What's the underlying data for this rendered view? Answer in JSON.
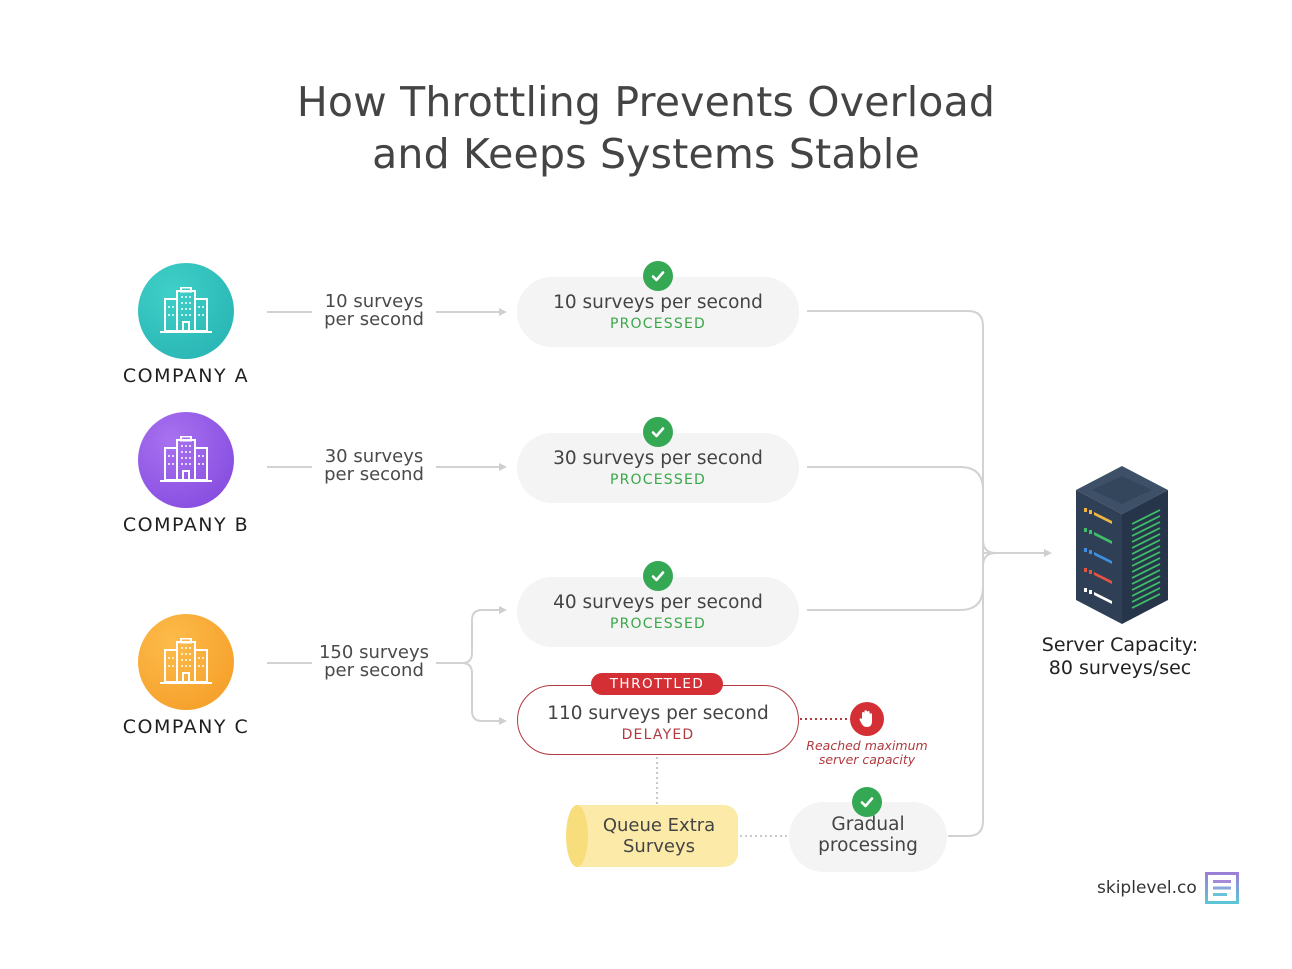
{
  "title": {
    "line1": "How Throttling Prevents Overload",
    "line2": "and Keeps Systems Stable"
  },
  "companies": [
    {
      "name": "COMPANY A",
      "color": "#2bbdb8",
      "icon": "office-buildings-icon",
      "rate_line1": "10 surveys",
      "rate_line2": "per second"
    },
    {
      "name": "COMPANY B",
      "color": "#8e55e6",
      "icon": "office-buildings-icon",
      "rate_line1": "30 surveys",
      "rate_line2": "per second"
    },
    {
      "name": "COMPANY C",
      "color": "#f7a532",
      "icon": "office-buildings-icon",
      "rate_line1": "150 surveys",
      "rate_line2": "per second"
    }
  ],
  "pills": [
    {
      "main": "10 surveys per second",
      "status": "PROCESSED",
      "icon": "check-circle-icon"
    },
    {
      "main": "30 surveys per second",
      "status": "PROCESSED",
      "icon": "check-circle-icon"
    },
    {
      "main": "40 surveys per second",
      "status": "PROCESSED",
      "icon": "check-circle-icon"
    },
    {
      "main": "110 surveys per second",
      "status": "DELAYED",
      "badge": "THROTTLED"
    }
  ],
  "stop": {
    "icon": "stop-hand-icon",
    "note_line1": "Reached maximum",
    "note_line2": "server capacity"
  },
  "queue": {
    "line1": "Queue Extra",
    "line2": "Surveys"
  },
  "gradual": {
    "line1": "Gradual",
    "line2": "processing",
    "icon": "check-circle-icon"
  },
  "server": {
    "icon": "server-rack-icon",
    "label_line1": "Server Capacity:",
    "label_line2": "80 surveys/sec"
  },
  "brand": {
    "name": "skiplevel.co",
    "icon": "skiplevel-logo-icon"
  },
  "colors": {
    "processed": "#3aa84a",
    "throttled": "#d32f35",
    "delayed_text": "#b03a3f",
    "connector": "#cfcfcf"
  }
}
